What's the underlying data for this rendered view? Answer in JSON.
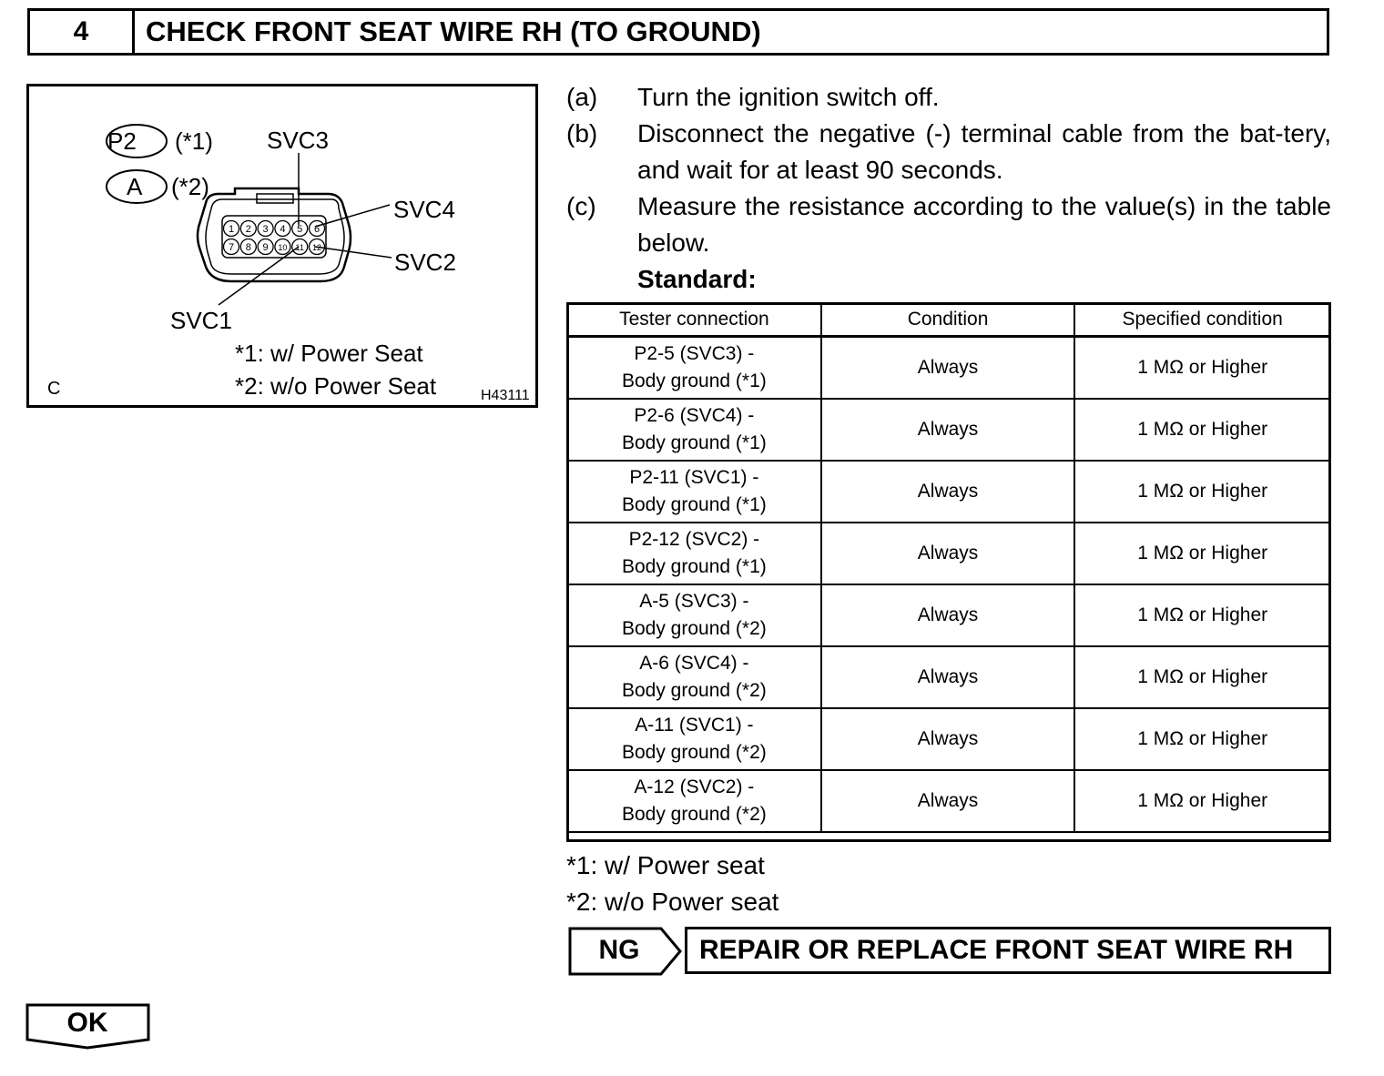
{
  "header": {
    "step_number": "4",
    "title": "CHECK FRONT SEAT WIRE RH (TO GROUND)"
  },
  "diagram": {
    "connector_p2": "P2",
    "connector_p2_note": "(*1)",
    "connector_a": "A",
    "connector_a_note": "(*2)",
    "pins_top": [
      "1",
      "2",
      "3",
      "4",
      "5",
      "6"
    ],
    "pins_bottom": [
      "7",
      "8",
      "9",
      "10",
      "11",
      "12"
    ],
    "label_svc3": "SVC3",
    "label_svc4": "SVC4",
    "label_svc2": "SVC2",
    "label_svc1": "SVC1",
    "note1": "*1: w/ Power Seat",
    "note2": "*2: w/o Power Seat",
    "corner_letter": "C",
    "figure_id": "H43111"
  },
  "steps": [
    {
      "letter": "(a)",
      "text": "Turn the ignition switch off."
    },
    {
      "letter": "(b)",
      "text": "Disconnect the negative (-) terminal cable from the bat-tery, and wait for at least 90 seconds."
    },
    {
      "letter": "(c)",
      "text": "Measure the resistance according to the value(s) in the table below."
    }
  ],
  "standard_label": "Standard:",
  "table": {
    "headers": [
      "Tester connection",
      "Condition",
      "Specified condition"
    ],
    "rows": [
      {
        "conn1": "P2-5 (SVC3) -",
        "conn2": "Body ground (*1)",
        "condition": "Always",
        "spec": "1 MΩ or Higher"
      },
      {
        "conn1": "P2-6 (SVC4) -",
        "conn2": "Body ground (*1)",
        "condition": "Always",
        "spec": "1 MΩ or Higher"
      },
      {
        "conn1": "P2-11 (SVC1) -",
        "conn2": "Body ground (*1)",
        "condition": "Always",
        "spec": "1 MΩ or Higher"
      },
      {
        "conn1": "P2-12 (SVC2) -",
        "conn2": "Body ground (*1)",
        "condition": "Always",
        "spec": "1 MΩ or Higher"
      },
      {
        "conn1": "A-5 (SVC3) -",
        "conn2": "Body ground (*2)",
        "condition": "Always",
        "spec": "1 MΩ or Higher"
      },
      {
        "conn1": "A-6 (SVC4) -",
        "conn2": "Body ground (*2)",
        "condition": "Always",
        "spec": "1 MΩ or Higher"
      },
      {
        "conn1": "A-11 (SVC1) -",
        "conn2": "Body ground (*2)",
        "condition": "Always",
        "spec": "1 MΩ or Higher"
      },
      {
        "conn1": "A-12 (SVC2) -",
        "conn2": "Body ground (*2)",
        "condition": "Always",
        "spec": "1 MΩ or Higher"
      }
    ]
  },
  "footnotes": {
    "note1": "*1: w/ Power seat",
    "note2": "*2: w/o Power seat"
  },
  "ng": {
    "tag": "NG",
    "action": "REPAIR OR REPLACE FRONT SEAT WIRE RH"
  },
  "ok": {
    "tag": "OK"
  }
}
